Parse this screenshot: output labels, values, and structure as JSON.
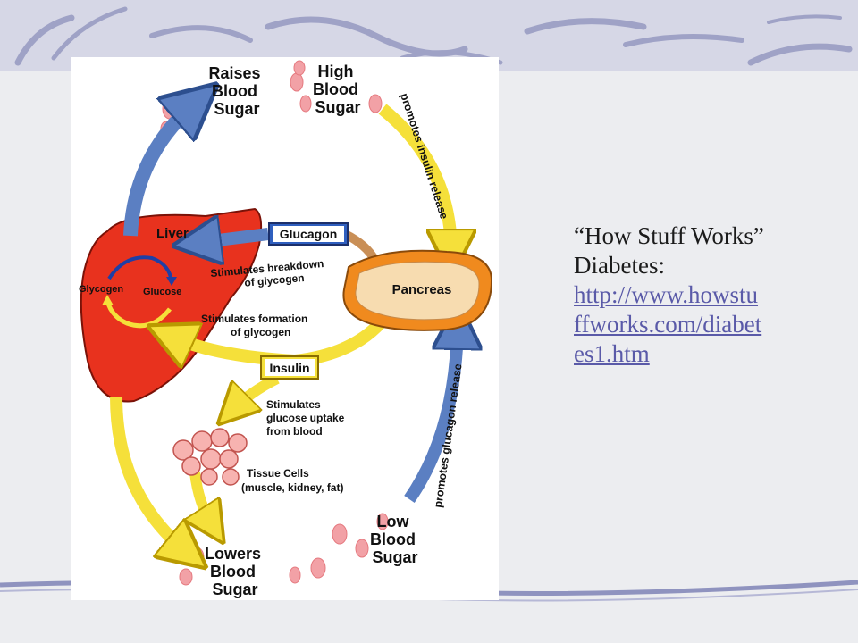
{
  "diagram": {
    "raises_blood_sugar": [
      "Raises",
      "Blood",
      "Sugar"
    ],
    "high_blood_sugar": [
      "High",
      "Blood",
      "Sugar"
    ],
    "promotes_insulin_release": "promotes insulin release",
    "glucagon": "Glucagon",
    "liver": "Liver",
    "glycogen": "Glycogen",
    "glucose": "Glucose",
    "stimulates_breakdown": [
      "Stimulates breakdown",
      "of glycogen"
    ],
    "pancreas": "Pancreas",
    "stimulates_formation": [
      "Stimulates formation",
      "of glycogen"
    ],
    "insulin": "Insulin",
    "stimulates_uptake": [
      "Stimulates",
      "glucose uptake",
      "from blood"
    ],
    "tissue_cells": [
      "Tissue Cells",
      "(muscle, kidney, fat)"
    ],
    "promotes_glucagon_release": "promotes glucagon release",
    "low_blood_sugar": [
      "Low",
      "Blood",
      "Sugar"
    ],
    "lowers_blood_sugar": [
      "Lowers",
      "Blood",
      "Sugar"
    ]
  },
  "caption": {
    "title_line": "“How Stuff Works”",
    "subtitle": "Diabetes:",
    "link_lines": [
      "http://www.howstu",
      "ffworks.com/diabet",
      "es1.htm"
    ]
  },
  "colors": {
    "liver": "#e8321e",
    "insulin_arrow": "#f5e03a",
    "glucagon_arrow": "#5b7fc2",
    "pancreas": "#f08a1e",
    "link": "#5a5aa8"
  }
}
